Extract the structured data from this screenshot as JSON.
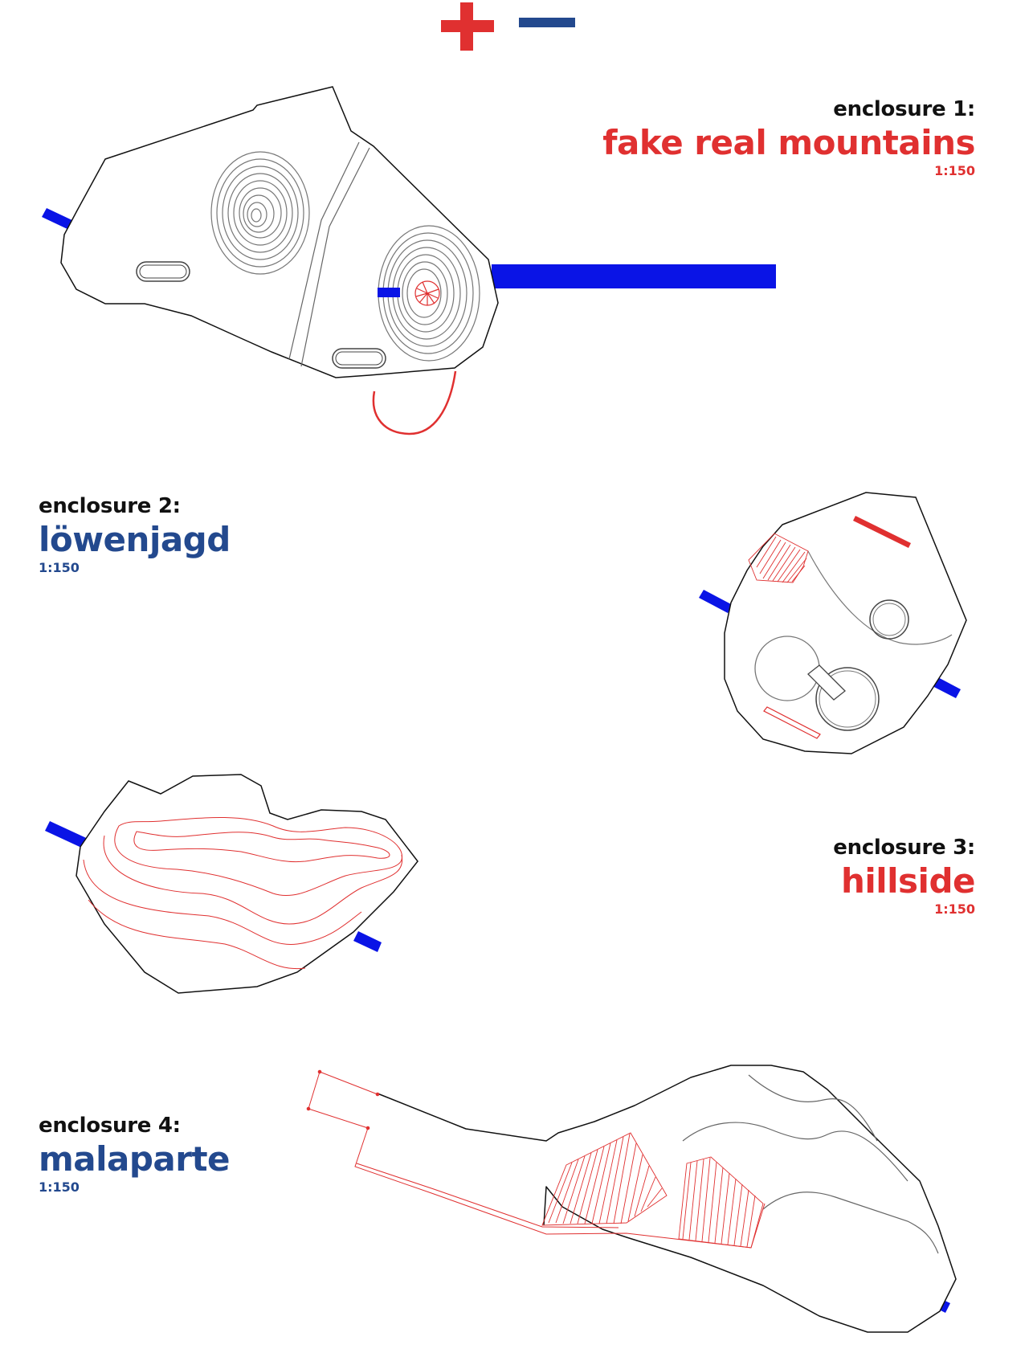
{
  "controls": {
    "zoom_in_icon": "plus-icon",
    "zoom_out_icon": "minus-icon"
  },
  "colors": {
    "red": "#e03030",
    "blue": "#23498e",
    "entrance_blue": "#0a14e6",
    "outline": "#111111",
    "contour": "#777777",
    "paper": "#ffffff"
  },
  "enclosures": [
    {
      "kicker": "enclosure 1:",
      "name": "fake real mountains",
      "scale": "1:150"
    },
    {
      "kicker": "enclosure 2:",
      "name": "löwenjagd",
      "scale": "1:150"
    },
    {
      "kicker": "enclosure 3:",
      "name": "hillside",
      "scale": "1:150"
    },
    {
      "kicker": "enclosure 4:",
      "name": "malaparte",
      "scale": "1:150"
    }
  ]
}
